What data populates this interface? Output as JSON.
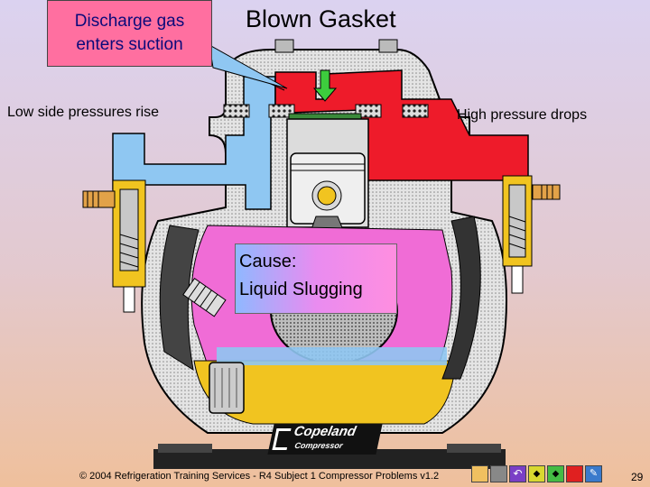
{
  "callout_left": {
    "line1": "Discharge gas",
    "line2": "enters suction"
  },
  "title": "Blown Gasket",
  "label_low_side": "Low side pressures rise",
  "label_high": "High pressure drops",
  "cause": {
    "line1": "Cause:",
    "line2": "Liquid Slugging"
  },
  "brand": {
    "name": "Copeland",
    "sub": "Compressor"
  },
  "footer": "© 2004 Refrigeration Training Services - R4 Subject 1 Compressor Problems v1.2",
  "page_number": "29",
  "nav_icons": [
    "home-icon",
    "document-icon",
    "return-icon",
    "prev-icon",
    "next-icon",
    "end-icon",
    "exit-icon"
  ],
  "colors": {
    "suction_blue": "#8fc7f2",
    "discharge_red": "#ee1b2a",
    "oil_yellow": "#f1c420",
    "callout_pink": "#ff6fa0"
  }
}
